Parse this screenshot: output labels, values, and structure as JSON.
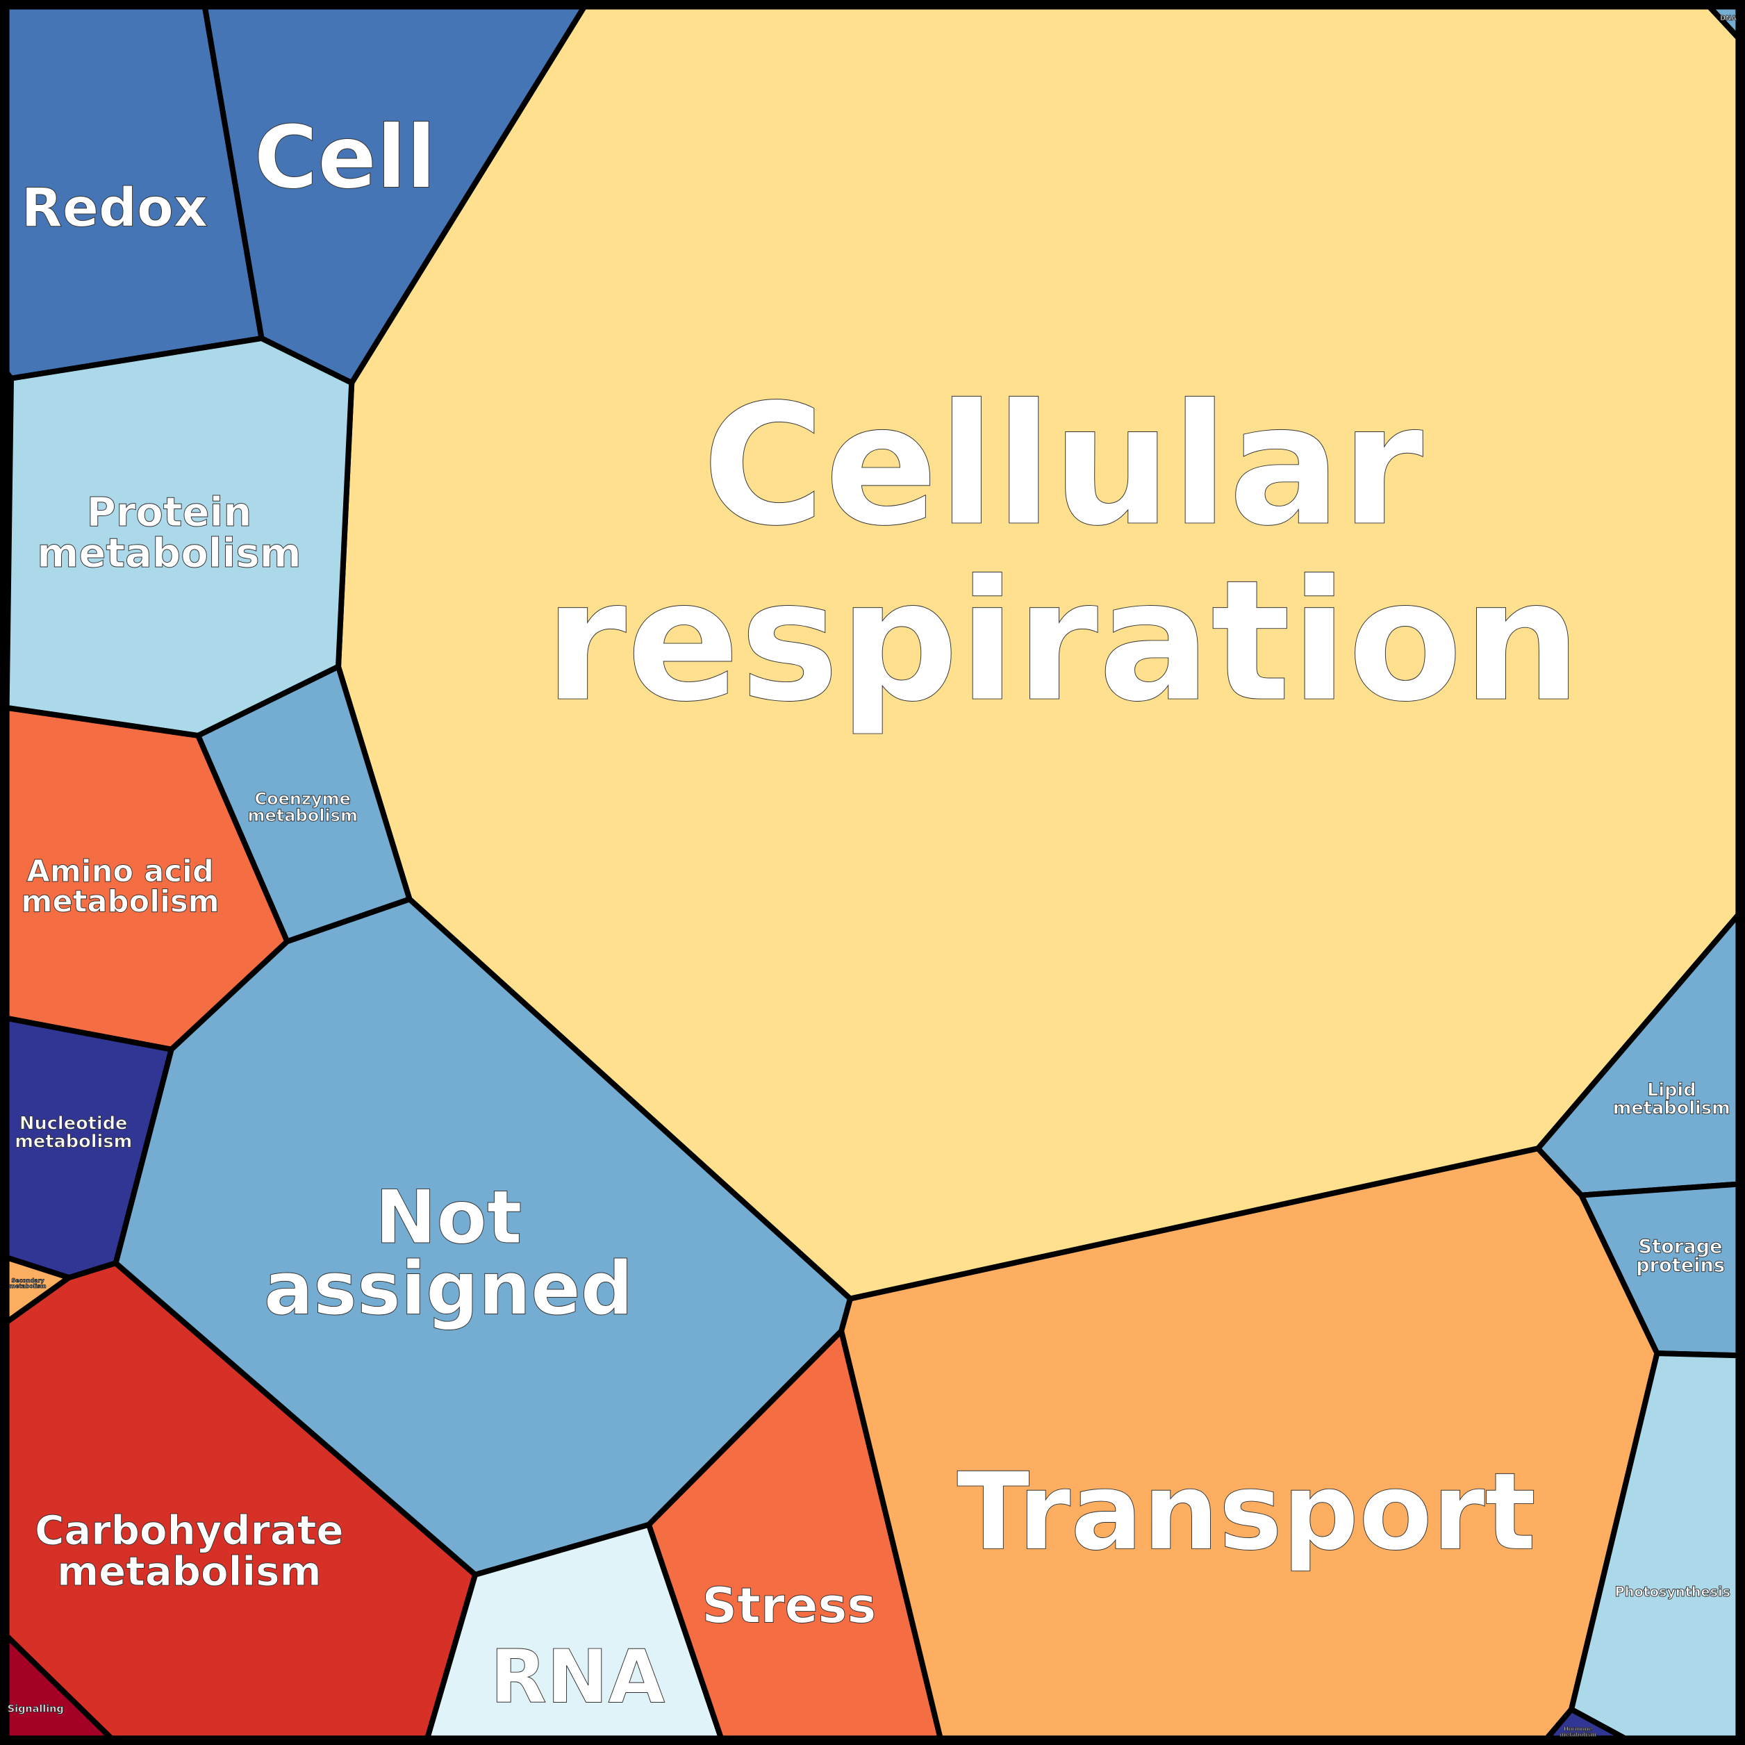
{
  "chart_data": {
    "type": "voronoi-treemap",
    "cells": [
      {
        "id": "cellular-respiration",
        "label": [
          "Cellular",
          "respiration"
        ],
        "color": "#FEE08F"
      },
      {
        "id": "cell",
        "label": [
          "Cell"
        ],
        "color": "#4575B4"
      },
      {
        "id": "redox",
        "label": [
          "Redox"
        ],
        "color": "#4575B4"
      },
      {
        "id": "protein-metabolism",
        "label": [
          "Protein",
          "metabolism"
        ],
        "color": "#ABD9E9"
      },
      {
        "id": "coenzyme-metabolism",
        "label": [
          "Coenzyme",
          "metabolism"
        ],
        "color": "#74ADD1"
      },
      {
        "id": "amino-acid-metabolism",
        "label": [
          "Amino acid",
          "metabolism"
        ],
        "color": "#F46D43"
      },
      {
        "id": "nucleotide-metabolism",
        "label": [
          "Nucleotide",
          "metabolism"
        ],
        "color": "#313695"
      },
      {
        "id": "secondary-metabolism",
        "label": [
          "Secondary",
          "metabolism"
        ],
        "color": "#FDAE61"
      },
      {
        "id": "carbohydrate-metabolism",
        "label": [
          "Carbohydrate",
          "metabolism"
        ],
        "color": "#D73027"
      },
      {
        "id": "signalling",
        "label": [
          "Signalling"
        ],
        "color": "#A50026"
      },
      {
        "id": "not-assigned",
        "label": [
          "Not",
          "assigned"
        ],
        "color": "#74ADD1"
      },
      {
        "id": "rna",
        "label": [
          "RNA"
        ],
        "color": "#E0F3F8"
      },
      {
        "id": "stress",
        "label": [
          "Stress"
        ],
        "color": "#F46D43"
      },
      {
        "id": "transport",
        "label": [
          "Transport"
        ],
        "color": "#FDAE61"
      },
      {
        "id": "lipid-metabolism",
        "label": [
          "Lipid",
          "metabolism"
        ],
        "color": "#74ADD1"
      },
      {
        "id": "storage-proteins",
        "label": [
          "Storage",
          "proteins"
        ],
        "color": "#74ADD1"
      },
      {
        "id": "photosynthesis",
        "label": [
          "Photosynthesis"
        ],
        "color": "#ABD9E9"
      },
      {
        "id": "hormone-metabolism",
        "label": [
          "Hormone",
          "metabolism"
        ],
        "color": "#313695"
      },
      {
        "id": "dna",
        "label": [
          "DNA"
        ],
        "color": "#74ADD1"
      },
      {
        "id": "unlabeled-small",
        "label": [],
        "color": "#FDAE61"
      }
    ]
  }
}
